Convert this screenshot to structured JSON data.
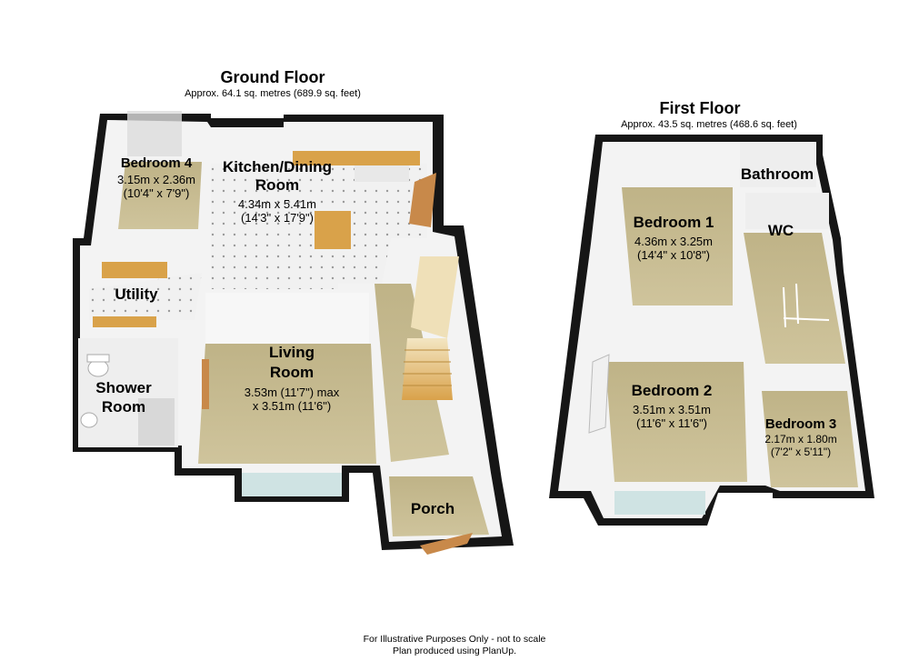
{
  "ground_floor": {
    "title": "Ground Floor",
    "area": "Approx. 64.1 sq. metres (689.9 sq. feet)",
    "rooms": {
      "bedroom4": {
        "name": "Bedroom 4",
        "dim1": "3.15m x 2.36m",
        "dim2": "(10'4\" x 7'9\")"
      },
      "kitchen": {
        "name1": "Kitchen/Dining",
        "name2": "Room",
        "dim1": "4.34m x 5.41m",
        "dim2": "(14'3\" x 17'9\")"
      },
      "utility": {
        "name": "Utility"
      },
      "shower": {
        "name1": "Shower",
        "name2": "Room"
      },
      "living": {
        "name1": "Living",
        "name2": "Room",
        "dim1": "3.53m (11'7\") max",
        "dim2": "x 3.51m (11'6\")"
      },
      "porch": {
        "name": "Porch"
      }
    }
  },
  "first_floor": {
    "title": "First Floor",
    "area": "Approx. 43.5 sq. metres (468.6 sq. feet)",
    "rooms": {
      "bathroom": {
        "name": "Bathroom"
      },
      "wc": {
        "name": "WC"
      },
      "bedroom1": {
        "name": "Bedroom 1",
        "dim1": "4.36m x 3.25m",
        "dim2": "(14'4\" x 10'8\")"
      },
      "bedroom2": {
        "name": "Bedroom 2",
        "dim1": "3.51m x 3.51m",
        "dim2": "(11'6\" x 11'6\")"
      },
      "bedroom3": {
        "name": "Bedroom 3",
        "dim1": "2.17m x 1.80m",
        "dim2": "(7'2\" x 5'11\")"
      }
    }
  },
  "footer": {
    "line1": "For Illustrative Purposes Only - not to scale",
    "line2": "Plan produced using PlanUp."
  },
  "colors": {
    "wall_outer": "#111111",
    "wall_face": "#f2f2f2",
    "carpet": "#c9be94",
    "tile": "#eeeeee",
    "wood": "#c8894a",
    "counter": "#d9a24a"
  }
}
